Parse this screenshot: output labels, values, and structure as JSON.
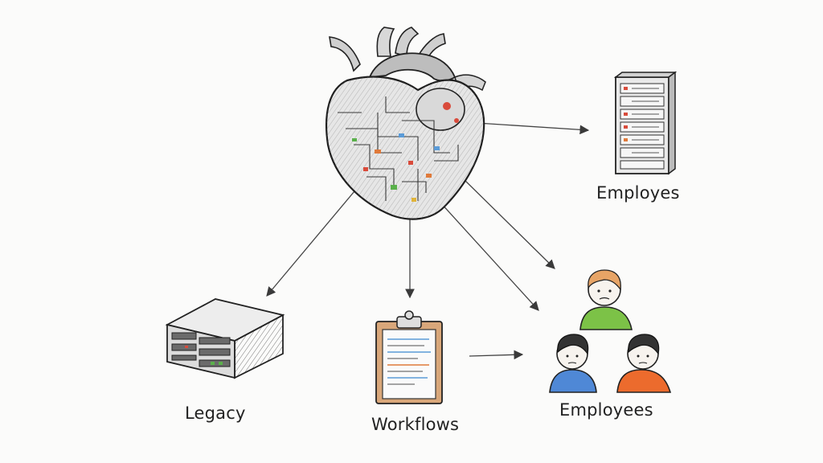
{
  "labels": {
    "server_top": "Employes",
    "legacy": "Legacy",
    "workflows": "Workflows",
    "employees": "Employees"
  },
  "icons": {
    "center": "anatomical-heart-circuit-icon",
    "top_right": "server-rack-icon",
    "bottom_left": "legacy-server-box-icon",
    "bottom_middle": "clipboard-icon",
    "bottom_right": "people-group-icon"
  },
  "colors": {
    "ink": "#2a2a2a",
    "clipboard_board": "#d9a77a",
    "person_top_hair": "#e7a466",
    "person_top_shirt": "#7cc247",
    "person_left_shirt": "#4f88d6",
    "person_right_shirt": "#ec6b2d",
    "skin": "#f7f3ee"
  }
}
